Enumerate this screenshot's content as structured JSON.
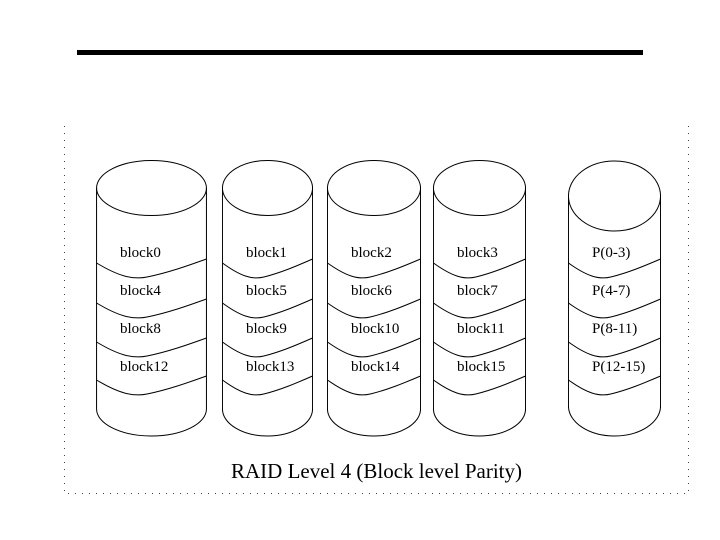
{
  "slide": {
    "caption": "RAID Level 4 (Block level Parity)"
  },
  "disks": [
    {
      "id": "disk-0",
      "labels": [
        "block0",
        "block4",
        "block8",
        "block12"
      ]
    },
    {
      "id": "disk-1",
      "labels": [
        "block1",
        "block5",
        "block9",
        "block13"
      ]
    },
    {
      "id": "disk-2",
      "labels": [
        "block2",
        "block6",
        "block10",
        "block14"
      ]
    },
    {
      "id": "disk-3",
      "labels": [
        "block3",
        "block7",
        "block11",
        "block15"
      ]
    },
    {
      "id": "parity-disk",
      "labels": [
        "P(0-3)",
        "P(4-7)",
        "P(8-11)",
        "P(12-15)"
      ]
    }
  ],
  "colors": {
    "ink": "#000000",
    "background": "#ffffff",
    "dotted_border": "#404040"
  }
}
